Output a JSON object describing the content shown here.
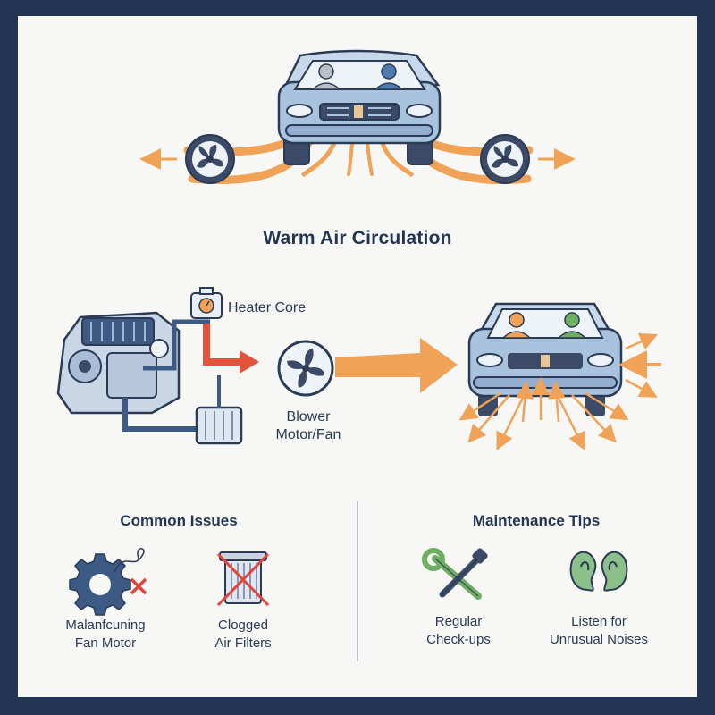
{
  "title": "Warm Air Circulation",
  "labels": {
    "heater_core": "Heater Core",
    "blower_line1": "Blower",
    "blower_line2": "Motor/Fan"
  },
  "common_issues": {
    "heading": "Common Issues",
    "items": [
      {
        "line1": "Malanfcuning",
        "line2": "Fan Motor",
        "icon": "gear-with-x-icon"
      },
      {
        "line1": "Clogged",
        "line2": "Air Filters",
        "icon": "crossed-filter-icon"
      }
    ]
  },
  "maintenance_tips": {
    "heading": "Maintenance Tips",
    "items": [
      {
        "line1": "Regular",
        "line2": "Check-ups",
        "icon": "wrench-screwdriver-icon"
      },
      {
        "line1": "Listen for",
        "line2": "Unrusual Noises",
        "icon": "ears-icon"
      }
    ]
  },
  "colors": {
    "background": "#233553",
    "panel": "#f7f7f5",
    "car_body": "#a9c3de",
    "outline": "#2b3a55",
    "warm_air": "#f0a257",
    "heat_flow": "#e2533d",
    "x_mark": "#e2453c",
    "tool_green": "#6fae62"
  }
}
